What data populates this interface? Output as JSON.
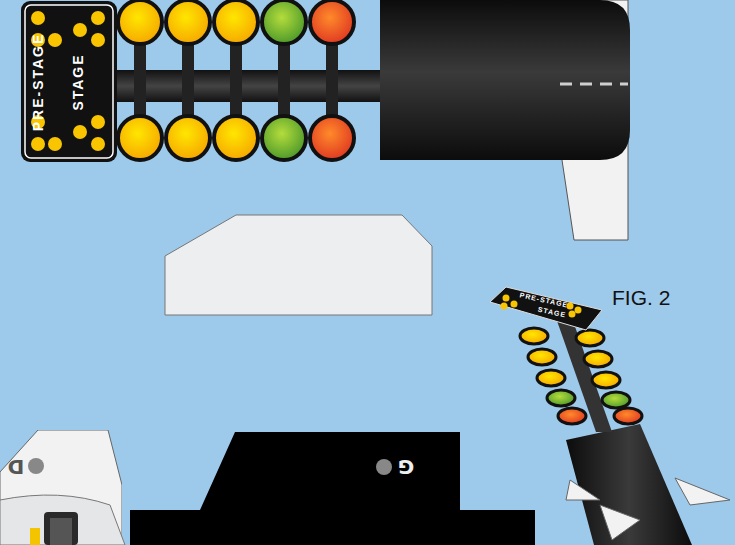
{
  "diagram": {
    "nodes": [
      {
        "text": [
          "PRE-STAGE",
          "STAGE"
        ]
      },
      {
        "text": [
          "PRE-STAGE",
          "STAGE"
        ]
      },
      {
        "text": [
          "D"
        ]
      },
      {
        "text": [
          "G"
        ]
      }
    ],
    "labels": [
      "FIG. 2"
    ]
  }
}
